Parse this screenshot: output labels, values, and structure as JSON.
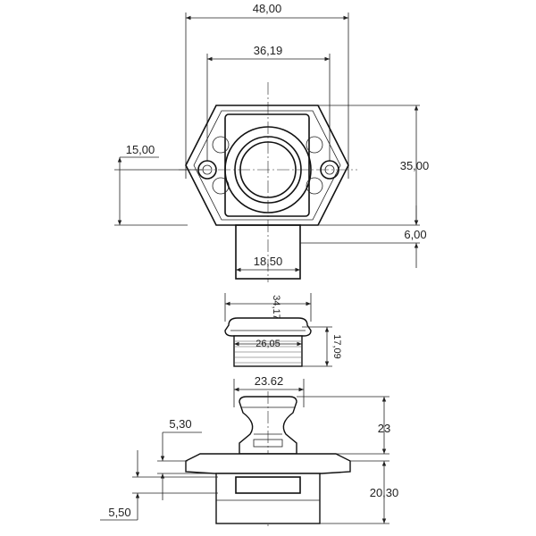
{
  "drawing": {
    "top_view": {
      "overall_width": "48,00",
      "hole_spacing": "36,19",
      "offset_left": "15,00",
      "height": "35,00",
      "flange_thickness": "6,00",
      "body_width": "18,50"
    },
    "middle_view": {
      "cap_diameter": "34,17",
      "thread_diameter": "26,05",
      "thread_height": "17,09"
    },
    "bottom_view": {
      "knob_diameter": "23.62",
      "knob_height": "23",
      "flange_offset": "5,30",
      "body_height": "20,30",
      "bottom_offset": "5,50"
    }
  }
}
